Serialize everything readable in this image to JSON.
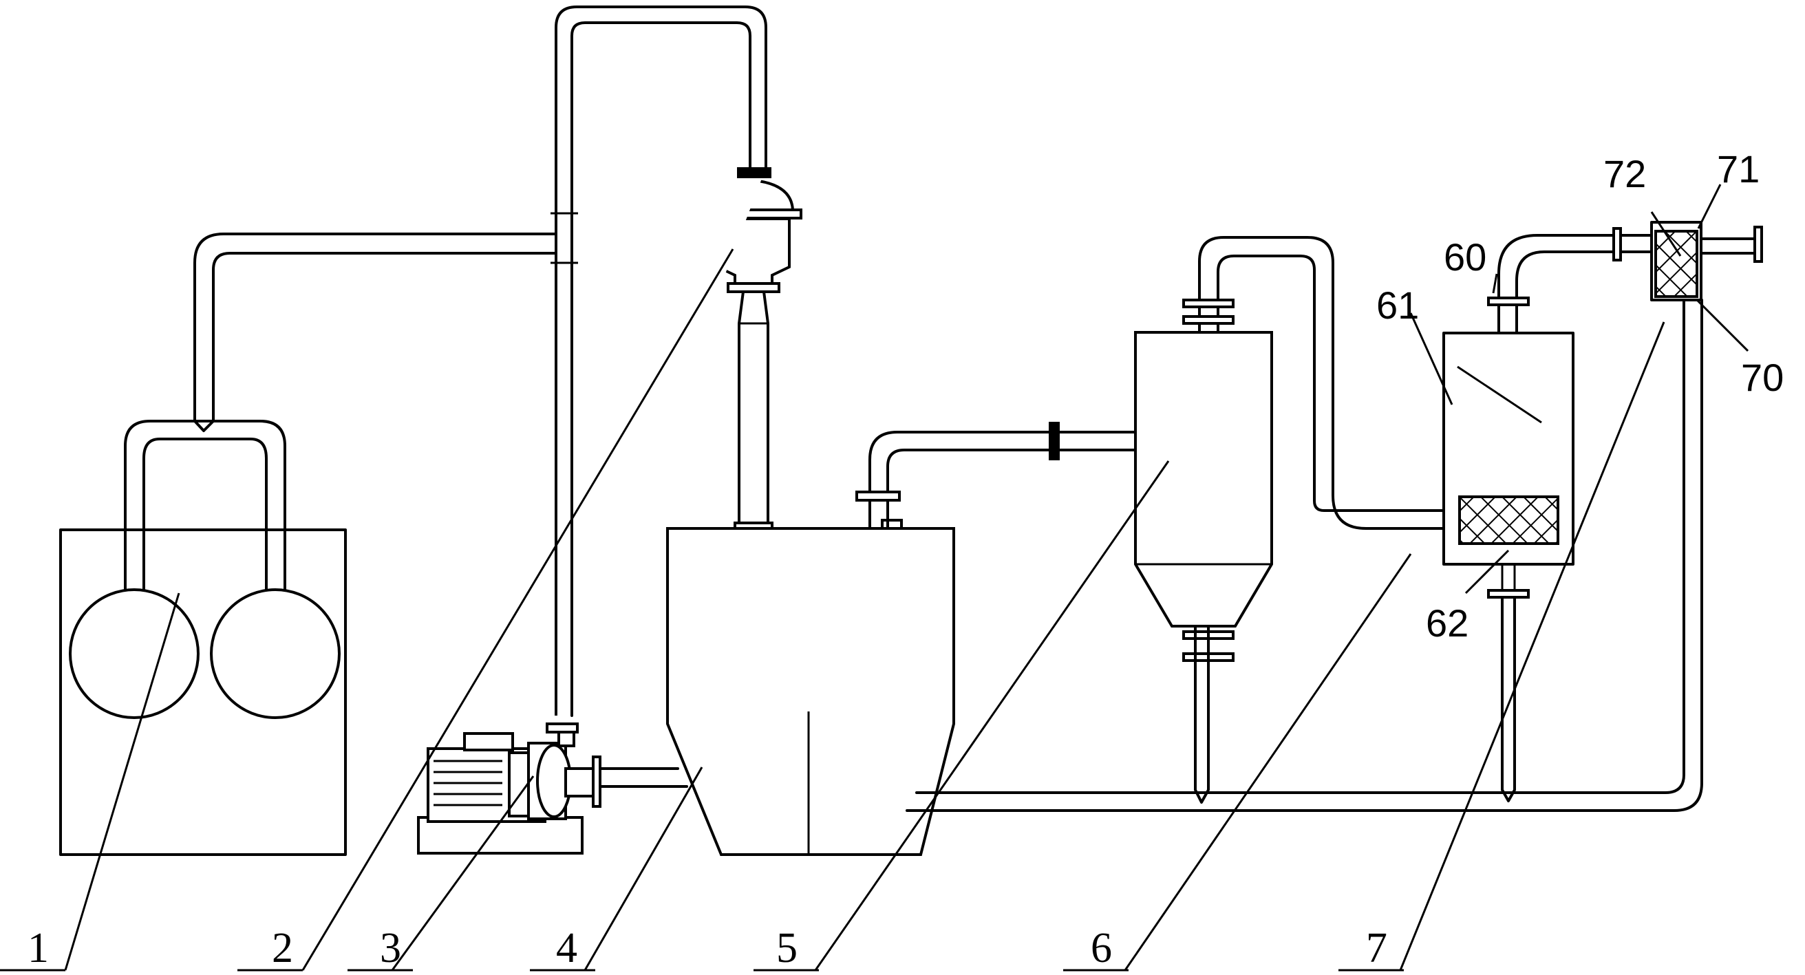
{
  "colors": {
    "line": "#000000",
    "background": "#ffffff"
  },
  "labels": {
    "l1": "1",
    "l2": "2",
    "l3": "3",
    "l4": "4",
    "l5": "5",
    "l6": "6",
    "l7": "7",
    "l60": "60",
    "l61": "61",
    "l62": "62",
    "l70": "70",
    "l71": "71",
    "l72": "72"
  }
}
